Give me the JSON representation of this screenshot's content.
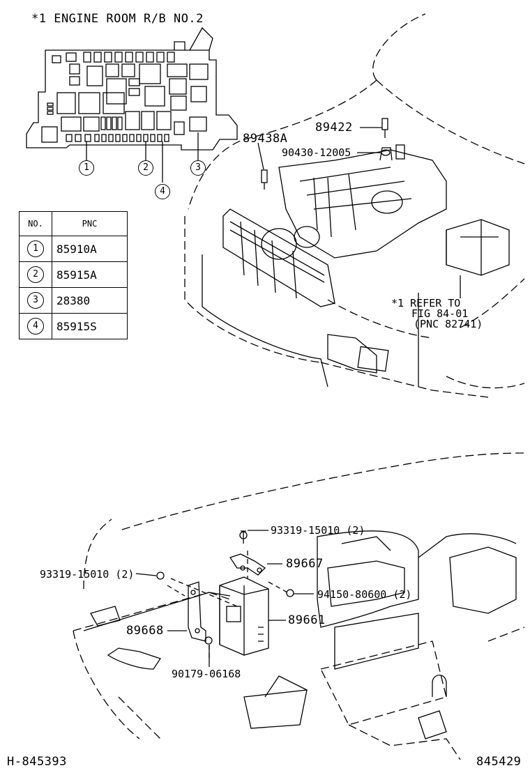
{
  "fuse_box": {
    "title": "*1 ENGINE ROOM R/B NO.2",
    "callouts": [
      "1",
      "2",
      "3",
      "4"
    ]
  },
  "pnc_table": {
    "header_no": "NO.",
    "header_pnc": "PNC",
    "rows": [
      {
        "no": "1",
        "pnc": "85910A"
      },
      {
        "no": "2",
        "pnc": "85915A"
      },
      {
        "no": "3",
        "pnc": "28380"
      },
      {
        "no": "4",
        "pnc": "85915S"
      }
    ]
  },
  "engine_parts": {
    "p89422": "89422",
    "p89438a": "89438A",
    "p90430": "90430-12005",
    "refer_line1": "*1 REFER TO",
    "refer_line2": "FIG 84-01",
    "refer_line3": "(PNC 82741)"
  },
  "dash_parts": {
    "bolt_top": "93319-15010 (2)",
    "bolt_left": "93319-15010 (2)",
    "p89667": "89667",
    "nut": "94150-80600 (2)",
    "p89661": "89661",
    "p89668": "89668",
    "clip": "90179-06168"
  },
  "footer": {
    "left_code": "H-845393",
    "right_code": "845429"
  }
}
